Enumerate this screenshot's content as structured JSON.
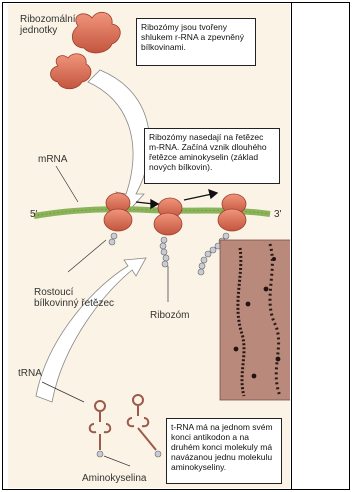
{
  "labels": {
    "subunits": "Ribozomální\njednotky",
    "mrna": "mRNA",
    "five_prime": "5'",
    "three_prime": "3'",
    "growing_chain": "Rostoucí\nbílkovinný řetězec",
    "ribosome": "Ribozóm",
    "trna": "tRNA",
    "amino_acid": "Aminokyselina"
  },
  "callouts": {
    "ribosomes": "Ribozómy jsou tvořeny\nshlukem r-RNA a zpevněný\nbílkovinami.",
    "attach": "Ribozómy nasedají na řetězec\nm-RNA. Začíná vznik dlouhého\nřetězce aminokyselin (základ\nnových bílkovin).",
    "trna": "t-RNA má na jednom svém\nkonci antikodon a na\ndruhém konci molekuly má\nnavázanou jednu molekulu\naminokyseliny."
  },
  "colors": {
    "ribosome": "#e0735a",
    "ribosome_dark": "#c4553e",
    "mrna": "#8bb35a",
    "bead": "#c9ccd6",
    "background": "#fbf4e6",
    "micrograph": "#b9897c"
  }
}
